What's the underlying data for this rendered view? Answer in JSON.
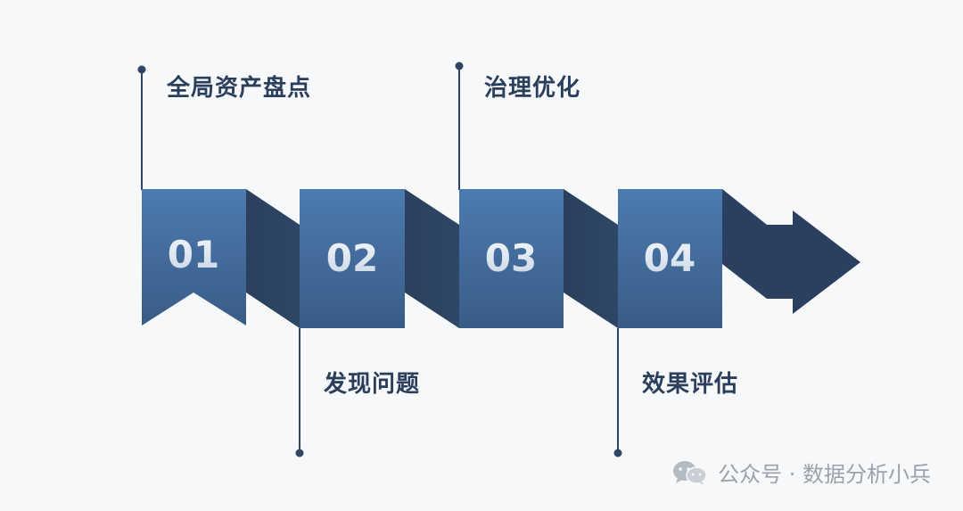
{
  "steps": [
    {
      "number": "01",
      "label": "全局资产盘点"
    },
    {
      "number": "02",
      "label": "发现问题"
    },
    {
      "number": "03",
      "label": "治理优化"
    },
    {
      "number": "04",
      "label": "效果评估"
    }
  ],
  "watermark": {
    "text": "公众号 · 数据分析小兵",
    "icon": "wechat-icon"
  },
  "colors": {
    "block_top": "#4b79ae",
    "block_bottom": "#3a5e88",
    "fold": "#2b4361",
    "arrow": "#2b4060",
    "line": "#2e4663",
    "label": "#2b3f5c",
    "number": "#e8eef6",
    "background": "#f6f8fa"
  }
}
